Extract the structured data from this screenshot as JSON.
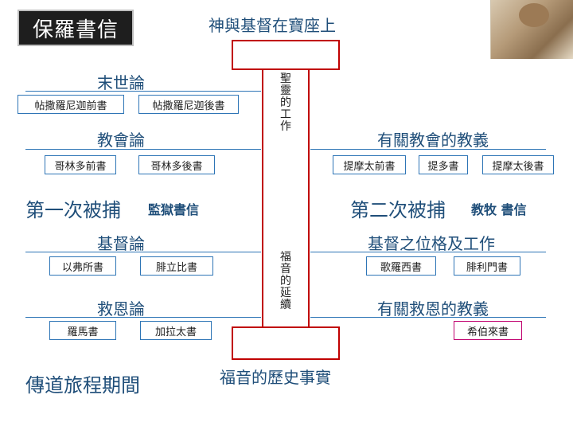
{
  "title": "保羅書信",
  "top_caption": "神與基督在寶座上",
  "bottom_caption": "福音的歷史事實",
  "pillar": {
    "upper_text": "聖靈的工作",
    "lower_text": "福音的延續"
  },
  "eschatology": {
    "heading": "末世論",
    "books": [
      "帖撒羅尼迦前書",
      "帖撒羅尼迦後書"
    ]
  },
  "ecclesiology": {
    "heading": "教會論",
    "books": [
      "哥林多前書",
      "哥林多後書"
    ]
  },
  "church_teaching": {
    "heading": "有關教會的教義",
    "books": [
      "提摩太前書",
      "提多書",
      "提摩太後書"
    ]
  },
  "first_arrest": {
    "heading": "第一次被捕",
    "suffix": "監獄書信"
  },
  "second_arrest": {
    "heading": "第二次被捕",
    "suffix": "教牧 書信"
  },
  "christology": {
    "heading": "基督論",
    "books": [
      "以弗所書",
      "腓立比書"
    ]
  },
  "person_work": {
    "heading": "基督之位格及工作",
    "books": [
      "歌羅西書",
      "腓利門書"
    ]
  },
  "soteriology": {
    "heading": "救恩論",
    "books": [
      "羅馬書",
      "加拉太書"
    ]
  },
  "salvation_teaching": {
    "heading": "有關救恩的教義",
    "books": [
      "希伯來書"
    ]
  },
  "journey": "傳道旅程期間",
  "colors": {
    "heading_blue": "#1f4e79",
    "line_blue": "#2e75b6",
    "pillar_red": "#c00000",
    "hebrews_pink": "#c0006f"
  }
}
